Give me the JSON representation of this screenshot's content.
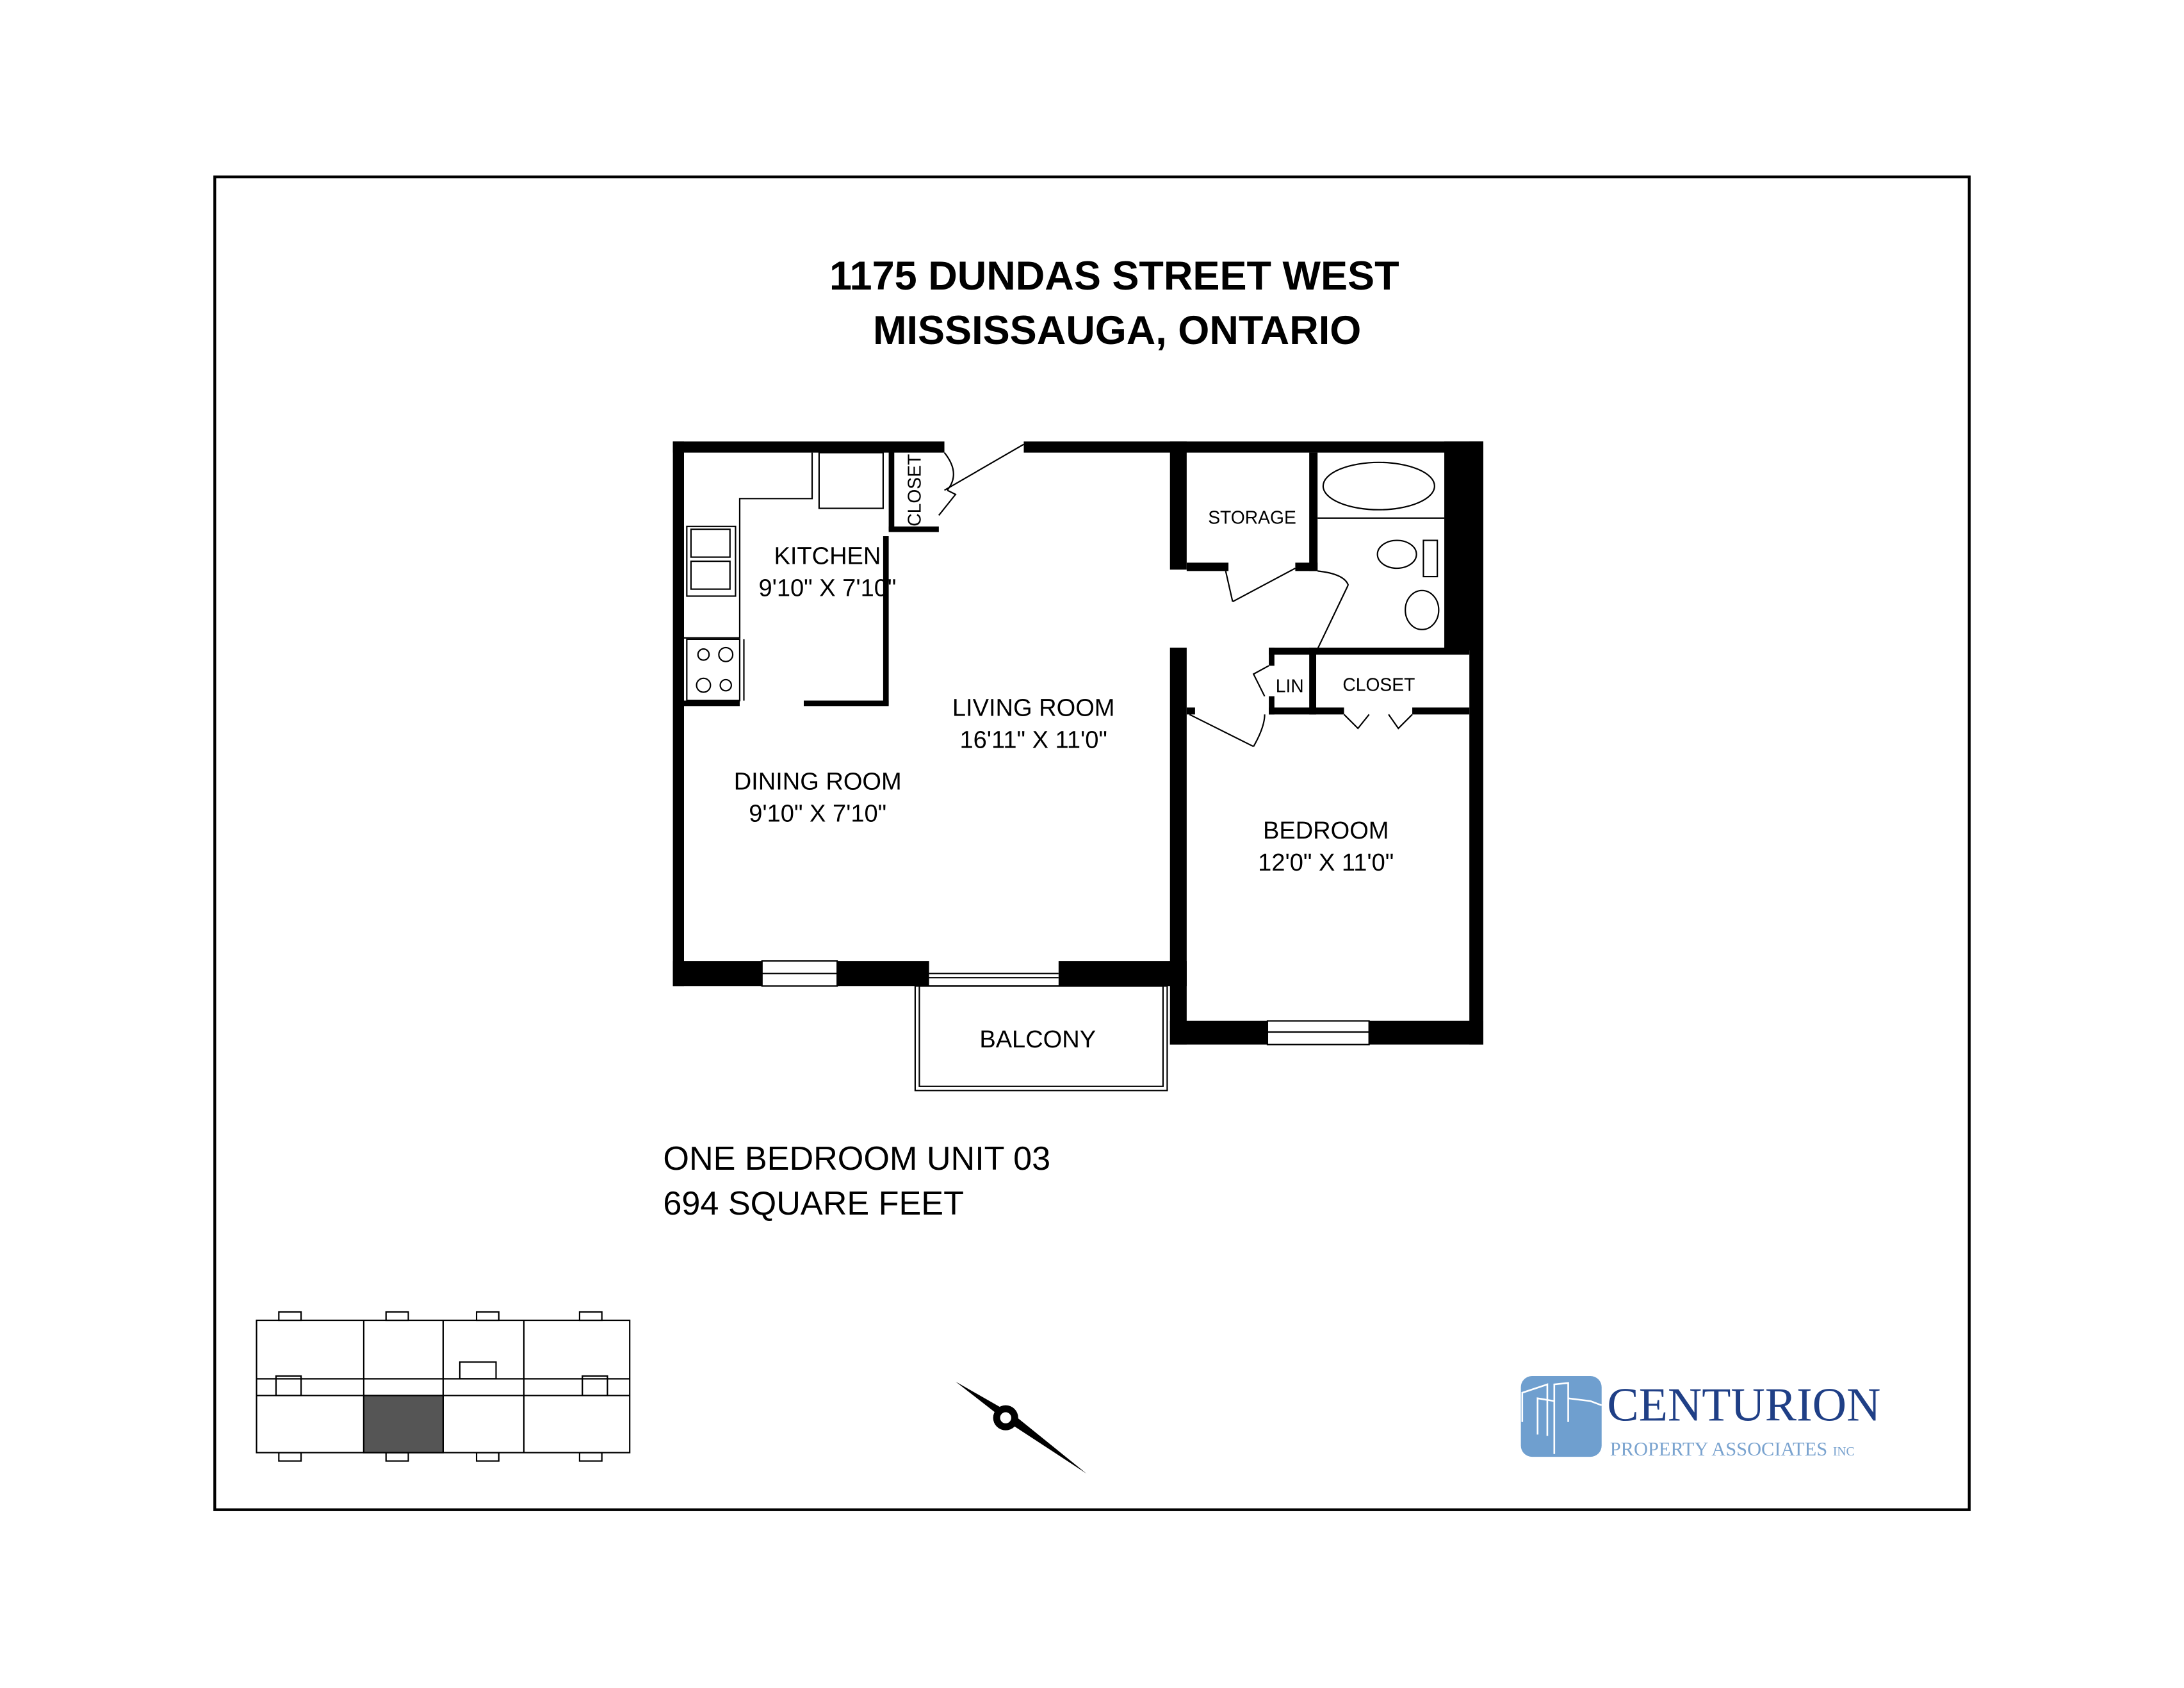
{
  "title": {
    "line1": "1175 DUNDAS STREET WEST",
    "line2": "MISSISSAUGA, ONTARIO"
  },
  "rooms": {
    "kitchen": {
      "name": "KITCHEN",
      "size": "9'10\" X 7'10\""
    },
    "dining": {
      "name": "DINING ROOM",
      "size": "9'10\" X 7'10\""
    },
    "living": {
      "name": "LIVING ROOM",
      "size": "16'11\" X 11'0\""
    },
    "bedroom": {
      "name": "BEDROOM",
      "size": "12'0\" X 11'0\""
    },
    "balcony": {
      "name": "BALCONY"
    },
    "storage": {
      "name": "STORAGE"
    },
    "closet_entry": {
      "name": "CLOSET"
    },
    "closet_bedroom": {
      "name": "CLOSET"
    },
    "linen": {
      "name": "LIN"
    }
  },
  "unit": {
    "type": "ONE BEDROOM UNIT 03",
    "area": "694 SQUARE FEET"
  },
  "logo": {
    "name": "CENTURION",
    "subtitle": "PROPERTY ASSOCIATES",
    "suffix": "INC",
    "colors": {
      "primary": "#1f3f86",
      "secondary": "#7aa3cf",
      "badge": "#6f9fcf"
    }
  },
  "icons": {
    "compass": "north-arrow-icon",
    "keyplan": "key-plan"
  }
}
